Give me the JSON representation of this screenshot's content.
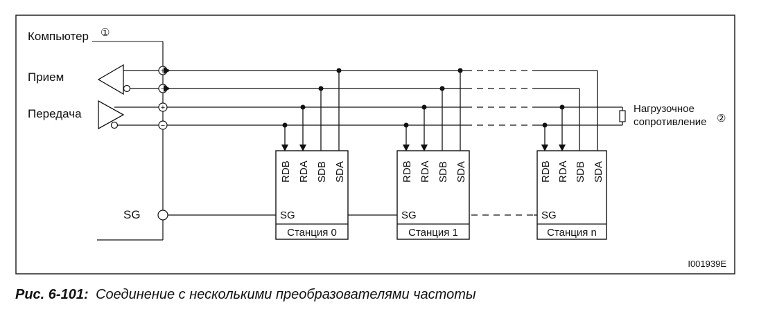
{
  "labels": {
    "computer": "Компьютер",
    "receive": "Прием",
    "transmit": "Передача",
    "sg": "SG",
    "load_line1": "Нагрузочное",
    "load_line2": "сопротивление",
    "figure_id": "I001939E",
    "plus": "+",
    "minus": "−",
    "note1": "①",
    "note2": "②"
  },
  "stations": [
    {
      "name": "Станция 0",
      "pins": [
        "RDB",
        "RDA",
        "SDB",
        "SDA"
      ],
      "sg": "SG"
    },
    {
      "name": "Станция 1",
      "pins": [
        "RDB",
        "RDA",
        "SDB",
        "SDA"
      ],
      "sg": "SG"
    },
    {
      "name": "Станция n",
      "pins": [
        "RDB",
        "RDA",
        "SDB",
        "SDA"
      ],
      "sg": "SG"
    }
  ],
  "caption": {
    "prefix": "Рис. 6-101:",
    "text": "Соединение с несколькими преобразователями частоты"
  }
}
